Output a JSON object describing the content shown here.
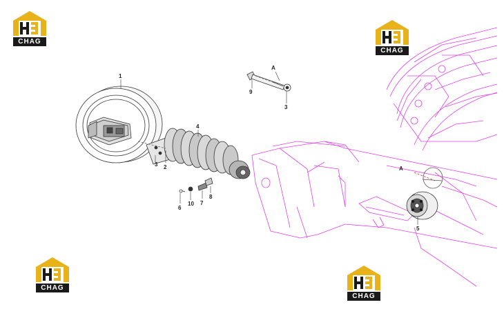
{
  "brand": {
    "logo_text": "CHAG",
    "mark": "H3",
    "colors": {
      "gold": "#E8B21A",
      "dark": "#1a1a1a",
      "magenta": "#E040E8"
    }
  },
  "callouts": {
    "idler": "1",
    "bracket": "2",
    "washer_left": "3",
    "spring": "4",
    "roller": "5",
    "grease_fitting": "6",
    "valve": "7",
    "plug": "8",
    "bolt": "9",
    "screw": "10",
    "washer_top": "3",
    "detail_top": "A",
    "detail_right": "A"
  }
}
